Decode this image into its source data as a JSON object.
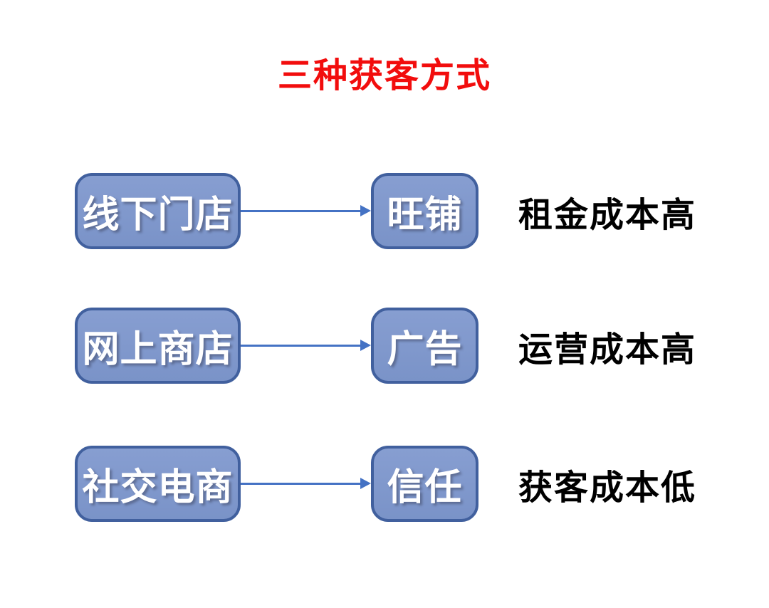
{
  "title": {
    "text": "三种获客方式"
  },
  "colors": {
    "title": "#f20d0d",
    "box_fill_top": "#879ed1",
    "box_fill_bottom": "#7a93c8",
    "box_border": "#41609e",
    "arrow": "#4472c4",
    "box_text": "#ffffff",
    "note_text": "#000000",
    "background": "#ffffff"
  },
  "rows": [
    {
      "source": "线下门店",
      "result": "旺铺",
      "note": "租金成本高"
    },
    {
      "source": "网上商店",
      "result": "广告",
      "note": "运营成本高"
    },
    {
      "source": "社交电商",
      "result": "信任",
      "note": "获客成本低"
    }
  ]
}
